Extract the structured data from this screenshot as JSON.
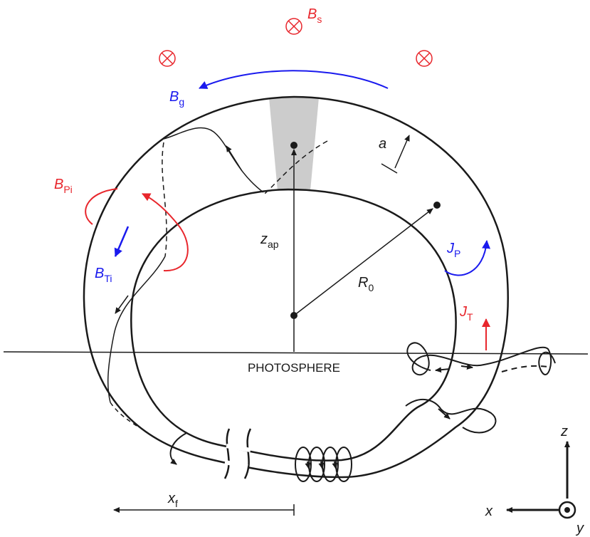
{
  "labels": {
    "bs": {
      "main": "B",
      "sub": "s"
    },
    "bg": {
      "main": "B",
      "sub": "g"
    },
    "bpi": {
      "main": "B",
      "sub": "Pi"
    },
    "bti": {
      "main": "B",
      "sub": "Ti"
    },
    "jp": {
      "main": "J",
      "sub": "P"
    },
    "jt": {
      "main": "J",
      "sub": "T"
    },
    "a": "a",
    "zap": {
      "main": "z",
      "sub": "ap"
    },
    "r0": {
      "main": "R",
      "sub": "0"
    },
    "xf": {
      "main": "x",
      "sub": "f"
    },
    "photosphere": "PHOTOSPHERE",
    "axis_z": "z",
    "axis_x": "x",
    "axis_y": "y"
  },
  "colors": {
    "ink": "#1a1a1a",
    "red": "#e8262c",
    "blue": "#1a1aee",
    "shade": "#cccccc"
  }
}
